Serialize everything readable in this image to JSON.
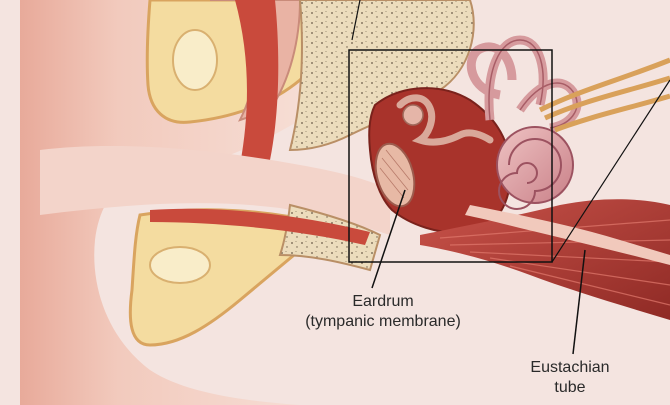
{
  "labels": {
    "eardrum": {
      "line1": "Eardrum",
      "line2": "(tympanic membrane)"
    },
    "eustachian_tube": {
      "line1": "Eustachian",
      "line2": "tube"
    }
  },
  "colors": {
    "background": "#f4e4e0",
    "ear_skin": "#efc3b6",
    "skin_shadow": "#d99684",
    "cartilage": "#f6e0a6",
    "bone_speckle": "#e9d6b2",
    "canal_tissue": "#c94a3c",
    "middle_ear_cavity": "#a8332b",
    "cochlea": "#d69a9d",
    "muscle": "#b8403a",
    "nerve": "#d9a15a",
    "callout_box": "#111111"
  }
}
